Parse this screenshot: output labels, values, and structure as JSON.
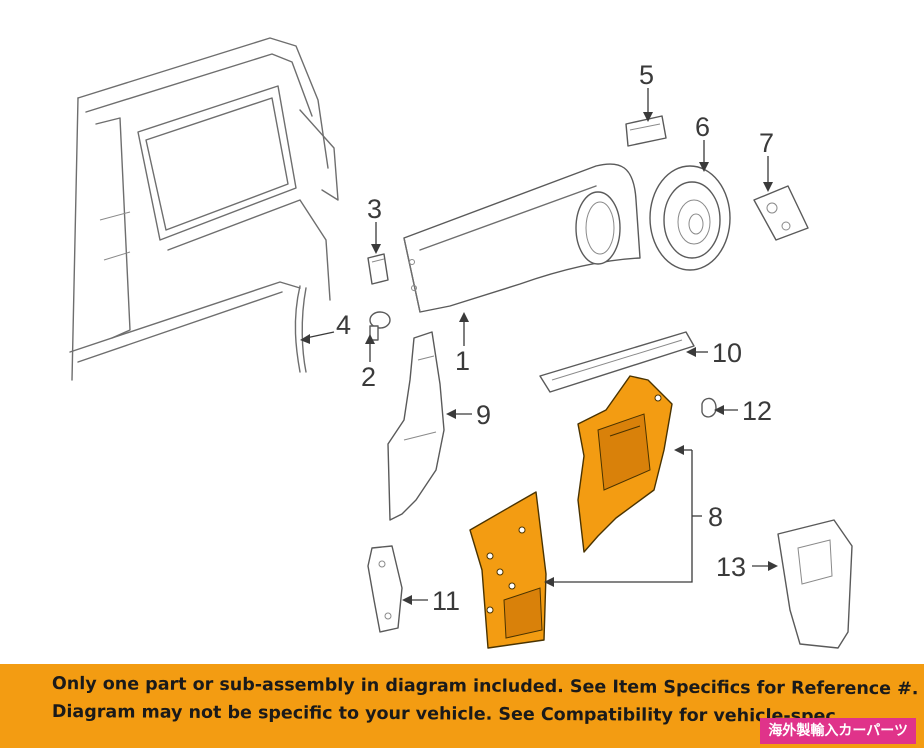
{
  "diagram": {
    "callouts": [
      "1",
      "2",
      "3",
      "4",
      "5",
      "6",
      "7",
      "8",
      "9",
      "10",
      "11",
      "12",
      "13"
    ],
    "highlight_color": "#f39c12",
    "line_color": "#6e6e6e"
  },
  "notice": {
    "line1": "Only one part or sub-assembly in diagram included. See Item Specifics for Reference #.",
    "line2": "Diagram may not be specific to your vehicle. See Compatibility for vehicle-spec",
    "background": "#f39c12"
  },
  "badge": {
    "text": "海外製輸入カーパーツ",
    "background": "#e0338a"
  }
}
